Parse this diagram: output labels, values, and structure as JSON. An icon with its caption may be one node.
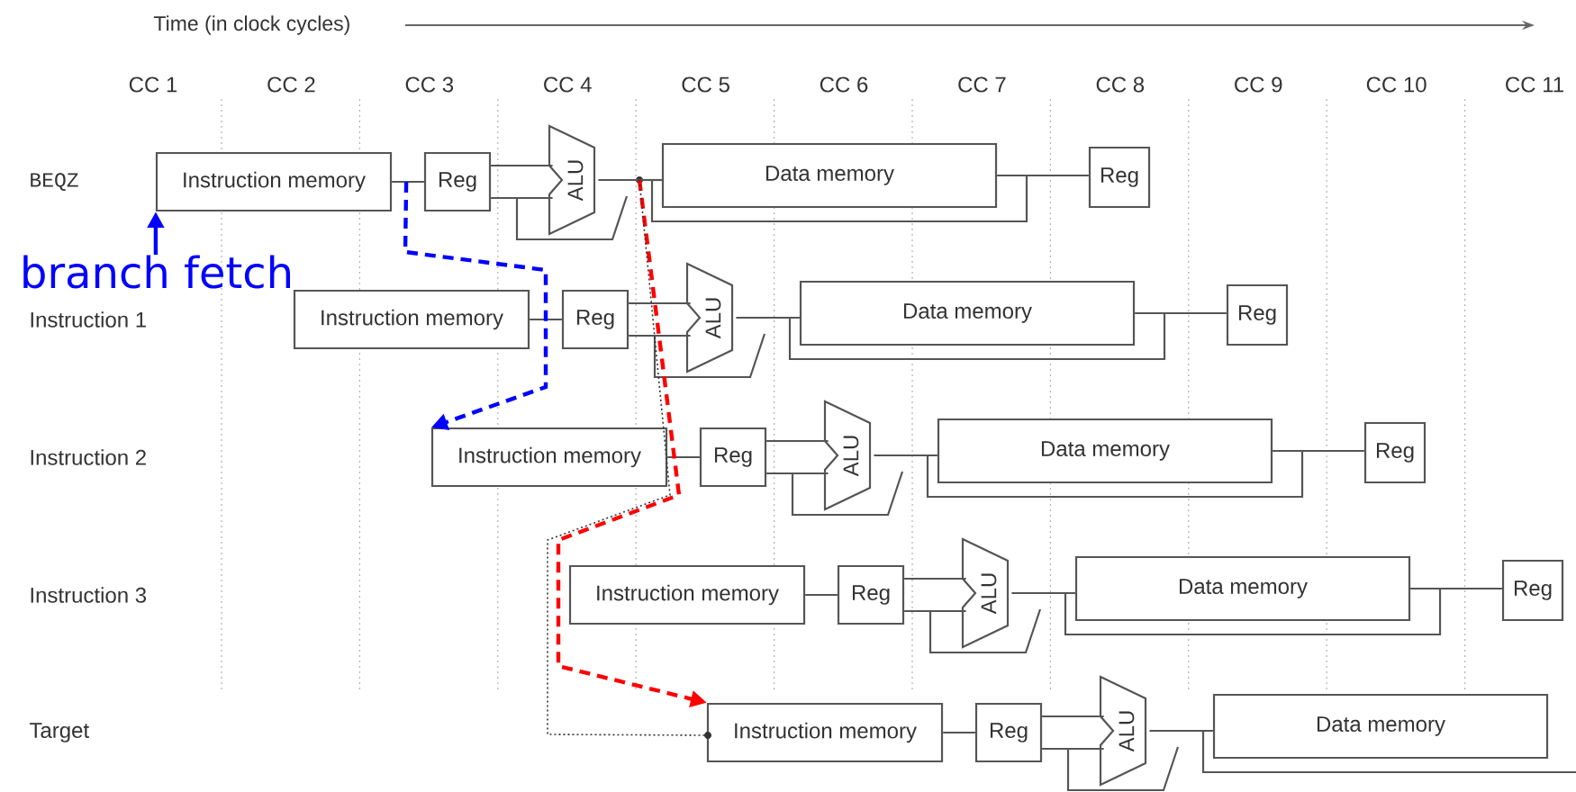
{
  "diagram": {
    "nodes": [
      {
        "text": [
          "Instruction memory"
        ]
      },
      {
        "text": [
          "Reg"
        ]
      },
      {
        "text": [
          "ALU"
        ]
      },
      {
        "text": [],
        "shape": "circle"
      },
      {
        "text": [
          "Data memory"
        ]
      },
      {
        "text": [
          "Reg"
        ]
      },
      {
        "text": [
          "branch fetch"
        ]
      },
      {
        "text": [
          "Instruction memory"
        ]
      },
      {
        "text": [
          "Reg"
        ]
      },
      {
        "text": [
          "ALU"
        ]
      },
      {
        "text": [
          "Data memory"
        ]
      },
      {
        "text": [
          "Reg"
        ]
      },
      {
        "text": [
          "Instruction memory"
        ]
      },
      {
        "text": [
          "Reg"
        ]
      },
      {
        "text": [
          "ALU"
        ]
      },
      {
        "text": [
          "Data memory"
        ]
      },
      {
        "text": [
          "Reg"
        ]
      },
      {
        "text": [
          "Instruction memory"
        ]
      },
      {
        "text": [
          "Reg"
        ]
      },
      {
        "text": [
          "ALU"
        ]
      },
      {
        "text": [
          "Data memory"
        ]
      },
      {
        "text": [
          "Reg"
        ]
      },
      {
        "text": [
          "Instruction memory"
        ]
      },
      {
        "text": [
          "Reg"
        ]
      },
      {
        "text": [
          "ALU"
        ]
      },
      {
        "text": [
          "Data memory"
        ]
      },
      {
        "text": [],
        "shape": "circle"
      }
    ],
    "edges": [
      {
        "from": 0,
        "to": 1,
        "arrow": "none"
      },
      {
        "from": 1,
        "to": 2,
        "arrow": "none"
      },
      {
        "from": 1,
        "to": 2,
        "arrow": "none"
      },
      {
        "from": 2,
        "to": 3,
        "arrow": "none"
      },
      {
        "from": 3,
        "to": 4,
        "arrow": "none"
      },
      {
        "from": 4,
        "to": 5,
        "arrow": "none"
      },
      {
        "from": 6,
        "to": 0,
        "arrow": "to",
        "color": "#0000ff"
      },
      {
        "from": 7,
        "to": 8,
        "arrow": "none"
      },
      {
        "from": 8,
        "to": 9,
        "arrow": "none"
      },
      {
        "from": 8,
        "to": 9,
        "arrow": "none"
      },
      {
        "from": 9,
        "to": 10,
        "arrow": "none"
      },
      {
        "from": 10,
        "to": 11,
        "arrow": "none"
      },
      {
        "from": 12,
        "to": 13,
        "arrow": "none"
      },
      {
        "from": 13,
        "to": 14,
        "arrow": "none"
      },
      {
        "from": 13,
        "to": 14,
        "arrow": "none"
      },
      {
        "from": 14,
        "to": 15,
        "arrow": "none"
      },
      {
        "from": 15,
        "to": 16,
        "arrow": "none"
      },
      {
        "from": 17,
        "to": 18,
        "arrow": "none"
      },
      {
        "from": 18,
        "to": 19,
        "arrow": "none"
      },
      {
        "from": 18,
        "to": 19,
        "arrow": "none"
      },
      {
        "from": 19,
        "to": 20,
        "arrow": "none"
      },
      {
        "from": 20,
        "to": 21,
        "arrow": "none"
      },
      {
        "from": 22,
        "to": 23,
        "arrow": "none"
      },
      {
        "from": 23,
        "to": 24,
        "arrow": "none"
      },
      {
        "from": 23,
        "to": 24,
        "arrow": "none"
      },
      {
        "from": 24,
        "to": 25,
        "arrow": "none"
      },
      {
        "from": 0,
        "to": 12,
        "arrow": "to",
        "style": "dashed",
        "color": "#0000ff"
      },
      {
        "from": 3,
        "to": 22,
        "arrow": "to",
        "style": "dashed",
        "color": "#ff0000"
      },
      {
        "from": 3,
        "to": 26,
        "arrow": "none",
        "style": "dashed"
      }
    ],
    "labels": [
      "Time (in clock cycles)",
      "CC 1",
      "CC 2",
      "CC 3",
      "CC 4",
      "CC 5",
      "CC 6",
      "CC 7",
      "CC 8",
      "CC 9",
      "CC 10",
      "CC 11",
      "BEQZ",
      "Instruction 1",
      "Instruction 2",
      "Instruction 3",
      "Target"
    ]
  }
}
